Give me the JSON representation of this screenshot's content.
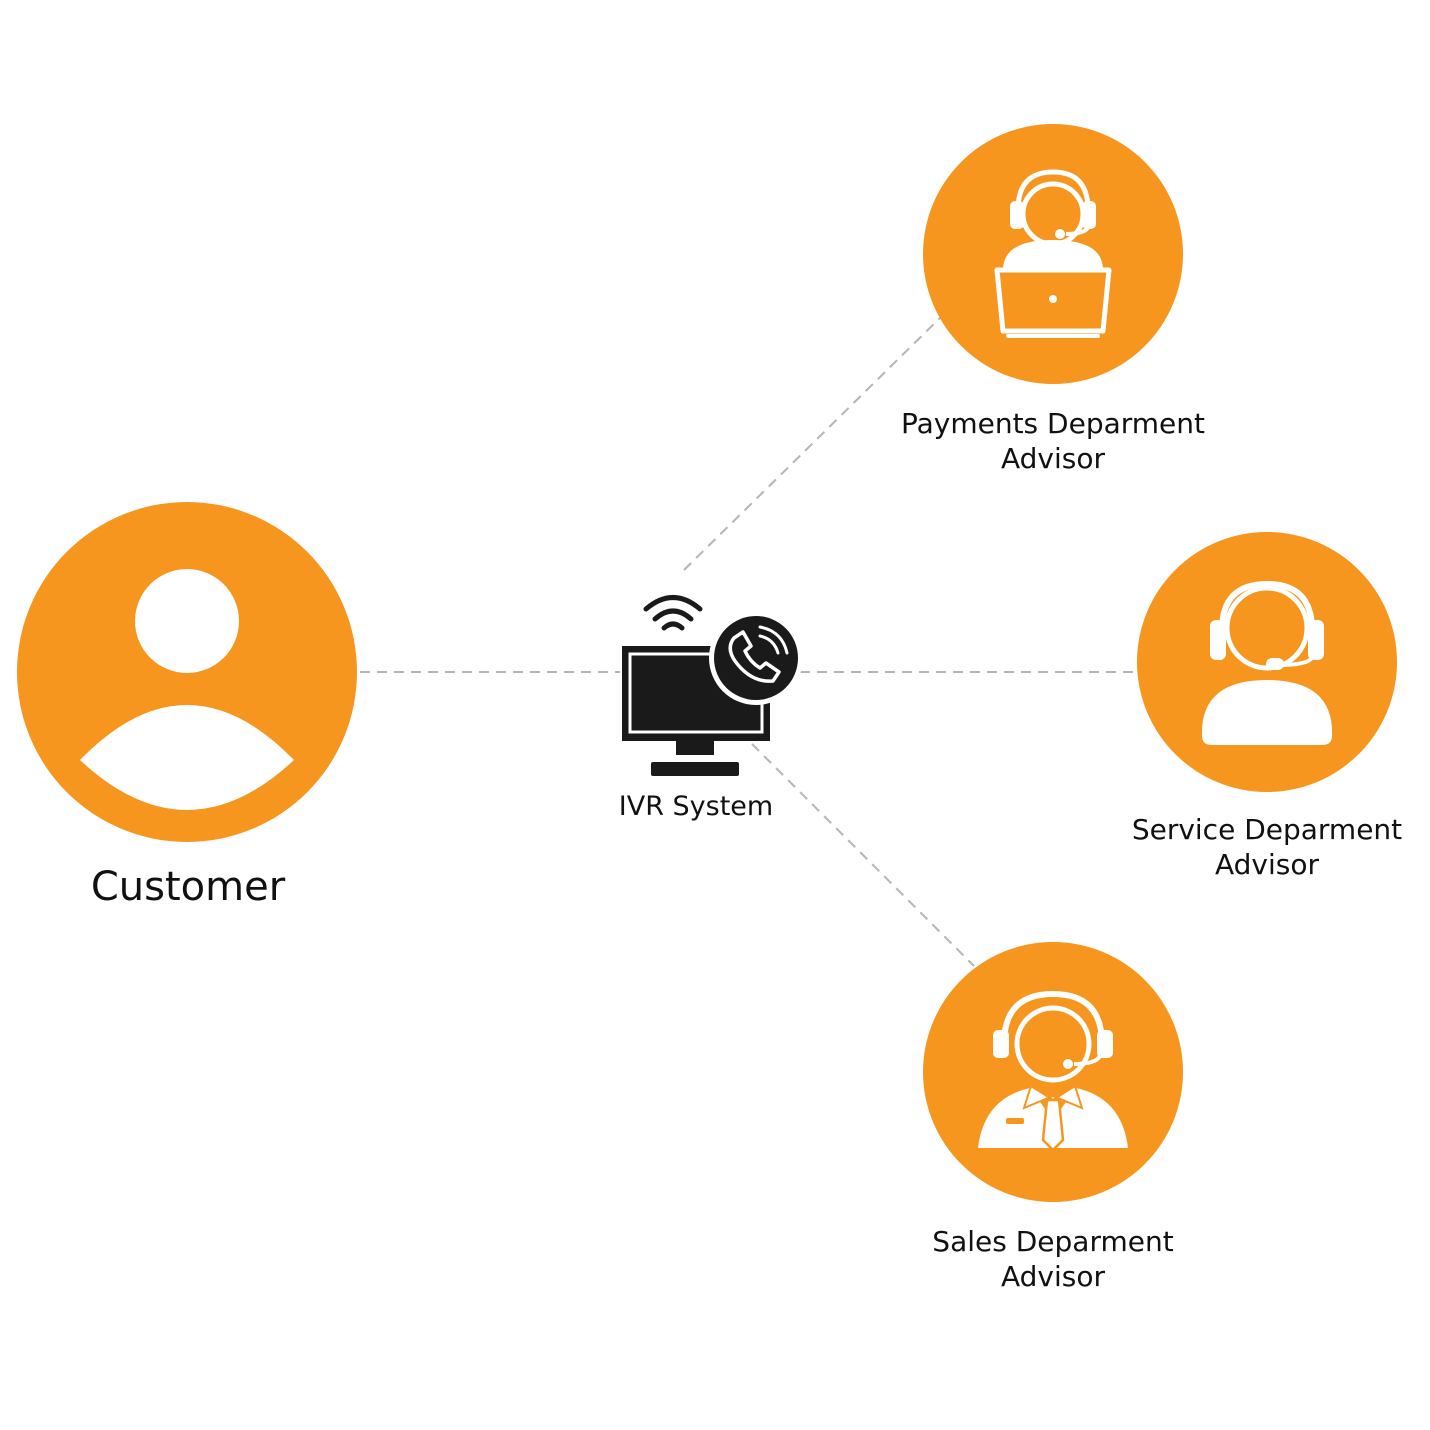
{
  "colors": {
    "accent": "#F6961E",
    "icon_fill": "#ffffff",
    "ivr_icon": "#1a1a1a",
    "connector": "#b5b5b5",
    "text": "#111111"
  },
  "nodes": {
    "customer": {
      "label": "Customer",
      "icon": "user-icon"
    },
    "ivr": {
      "label": "IVR System",
      "icon": "ivr-monitor-phone-icon"
    },
    "payments": {
      "label_line1": "Payments Deparment",
      "label_line2": "Advisor",
      "icon": "advisor-laptop-headset-icon"
    },
    "service": {
      "label_line1": "Service Deparment",
      "label_line2": "Advisor",
      "icon": "advisor-headset-icon"
    },
    "sales": {
      "label_line1": "Sales Deparment",
      "label_line2": "Advisor",
      "icon": "advisor-tie-headset-icon"
    }
  },
  "connections": [
    {
      "from": "customer",
      "to": "ivr",
      "style": "dashed"
    },
    {
      "from": "ivr",
      "to": "payments",
      "style": "dashed"
    },
    {
      "from": "ivr",
      "to": "service",
      "style": "dashed"
    },
    {
      "from": "ivr",
      "to": "sales",
      "style": "dashed"
    }
  ]
}
